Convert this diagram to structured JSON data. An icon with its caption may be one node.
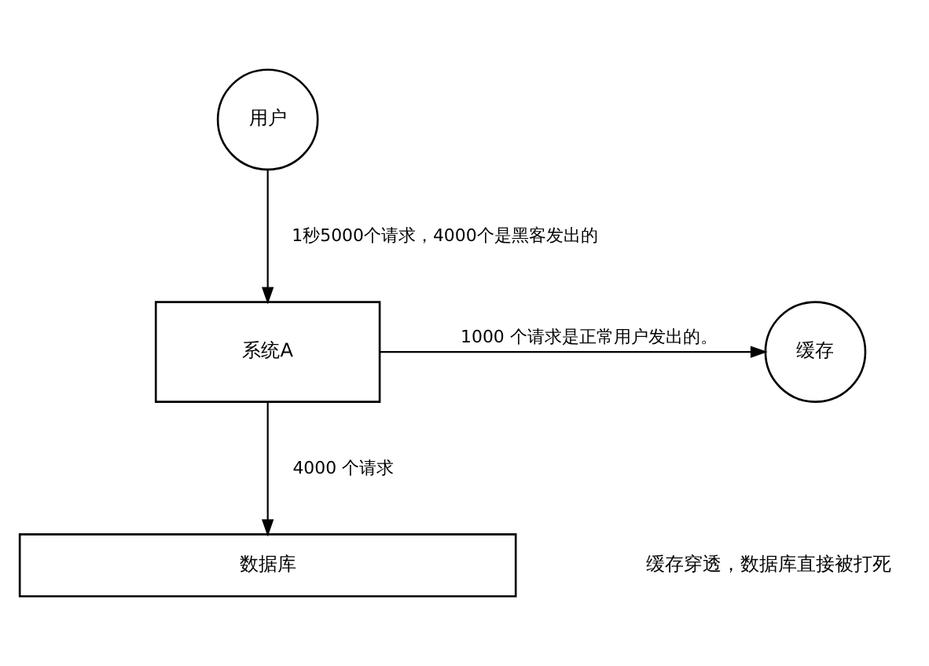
{
  "diagram": {
    "nodes": [
      {
        "text": [
          "用户"
        ]
      },
      {
        "text": [
          "系统A"
        ]
      },
      {
        "text": [
          "缓存"
        ]
      },
      {
        "text": [
          "数据库"
        ]
      }
    ],
    "edges": [
      {
        "from": 0,
        "to": 1,
        "arrow": "to",
        "label": "1秒5000个请求，4000个是黑客发出的"
      },
      {
        "from": 1,
        "to": 2,
        "arrow": "to",
        "label": "1000 个请求是正常用户发出的。"
      },
      {
        "from": 1,
        "to": 3,
        "arrow": "to",
        "label": "4000 个请求"
      }
    ],
    "labels": [
      "缓存穿透，数据库直接被打死"
    ]
  }
}
